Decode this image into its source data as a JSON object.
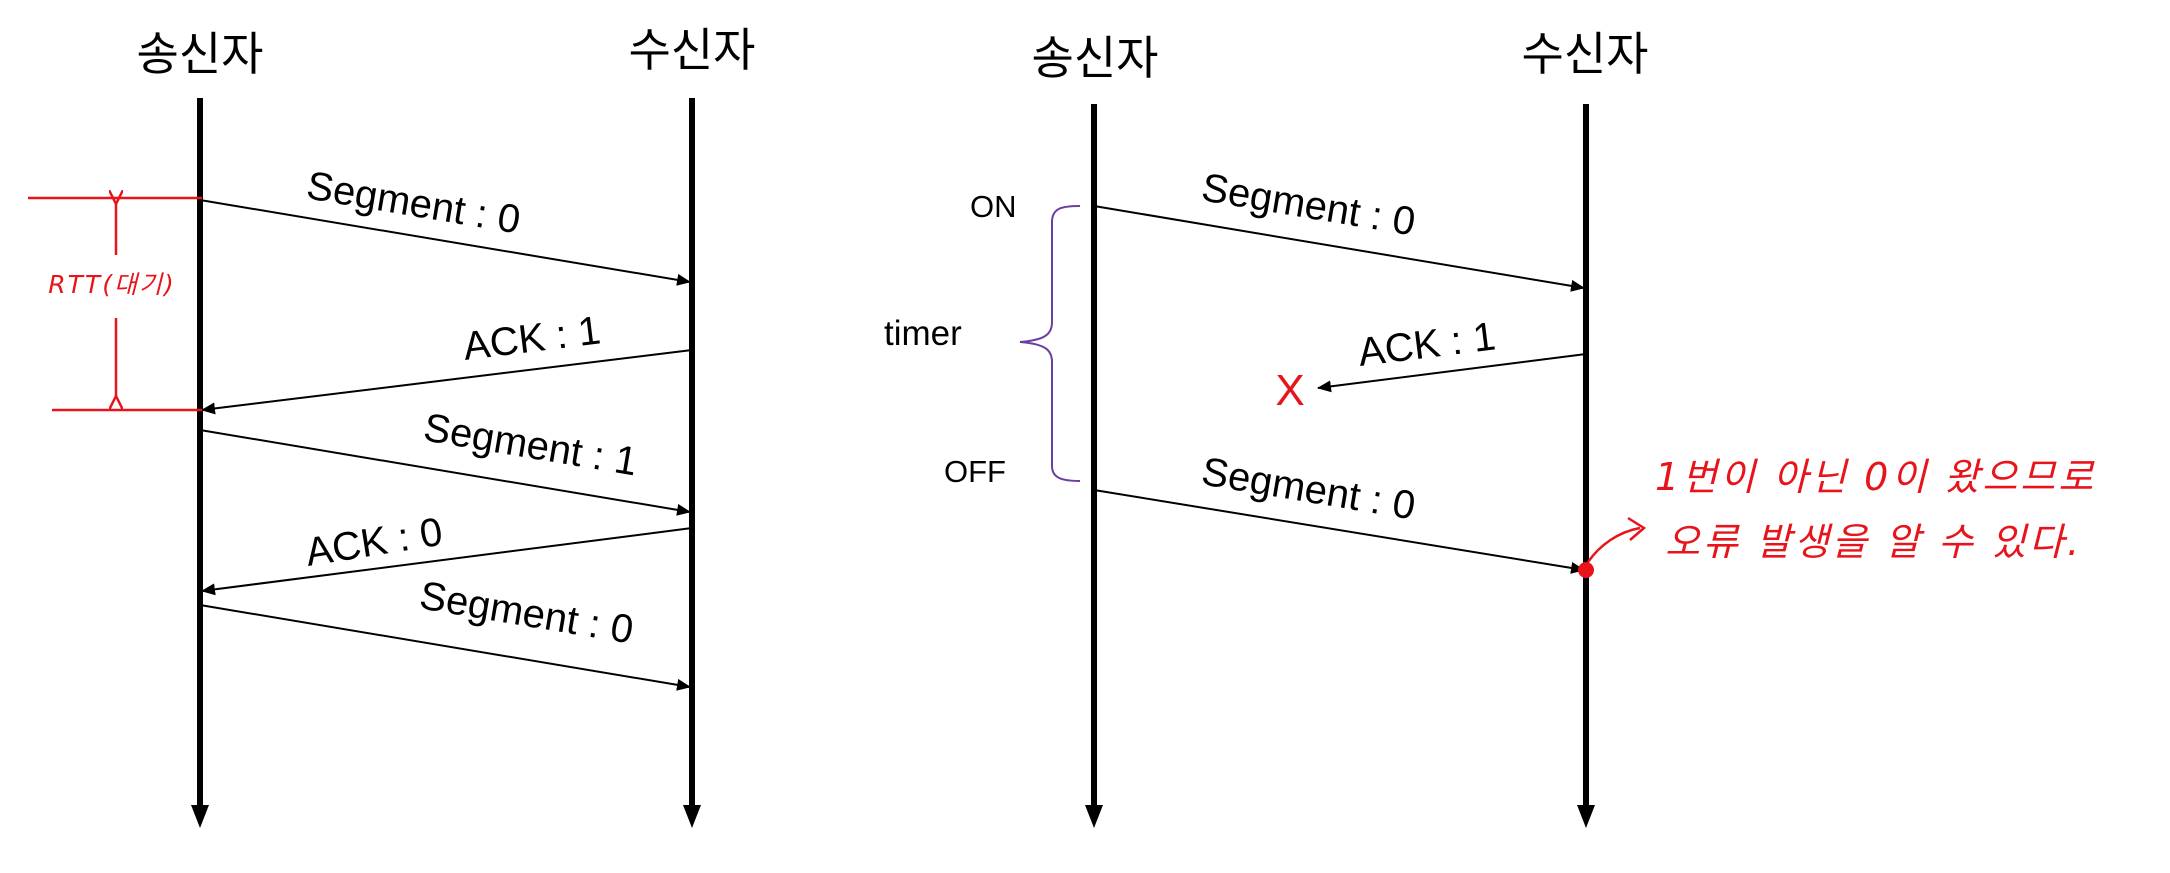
{
  "left": {
    "sender_label": "송신자",
    "receiver_label": "수신자",
    "messages": [
      {
        "label": "Segment : 0"
      },
      {
        "label": "ACK : 1"
      },
      {
        "label": "Segment : 1"
      },
      {
        "label": "ACK : 0"
      },
      {
        "label": "Segment : 0"
      }
    ],
    "rtt_label": "RTT(대기)"
  },
  "right": {
    "sender_label": "송신자",
    "receiver_label": "수신자",
    "timer_label": "timer",
    "timer_on": "ON",
    "timer_off": "OFF",
    "messages": [
      {
        "label": "Segment : 0"
      },
      {
        "label": "ACK : 1"
      },
      {
        "label": "Segment : 0"
      }
    ],
    "lost_mark": "X",
    "note_line1": "1번이 아닌 0이 왔으므로",
    "note_line2": "오류 발생을 알 수 있다."
  },
  "colors": {
    "line": "#000000",
    "annotation": "#e8141b",
    "brace": "#6a3fa0"
  }
}
